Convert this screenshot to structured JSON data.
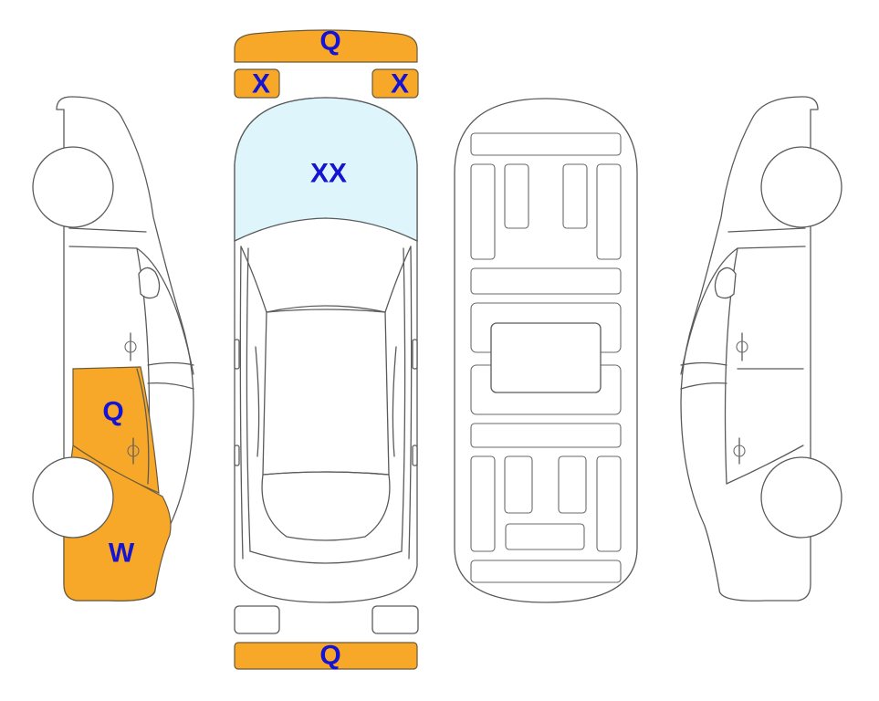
{
  "colors": {
    "damage_fill": "#F8A829",
    "glass_fill": "#DFF5FC",
    "code_text": "#1414D2",
    "outline": "#5A5A5A"
  },
  "parts": {
    "front_bumper": {
      "code": "Q"
    },
    "left_headlight": {
      "code": "X"
    },
    "right_headlight": {
      "code": "X"
    },
    "windshield": {
      "code": "XX"
    },
    "left_rear_door": {
      "code": "Q"
    },
    "left_rear_quarter": {
      "code": "W"
    },
    "rear_bumper": {
      "code": "Q"
    }
  }
}
